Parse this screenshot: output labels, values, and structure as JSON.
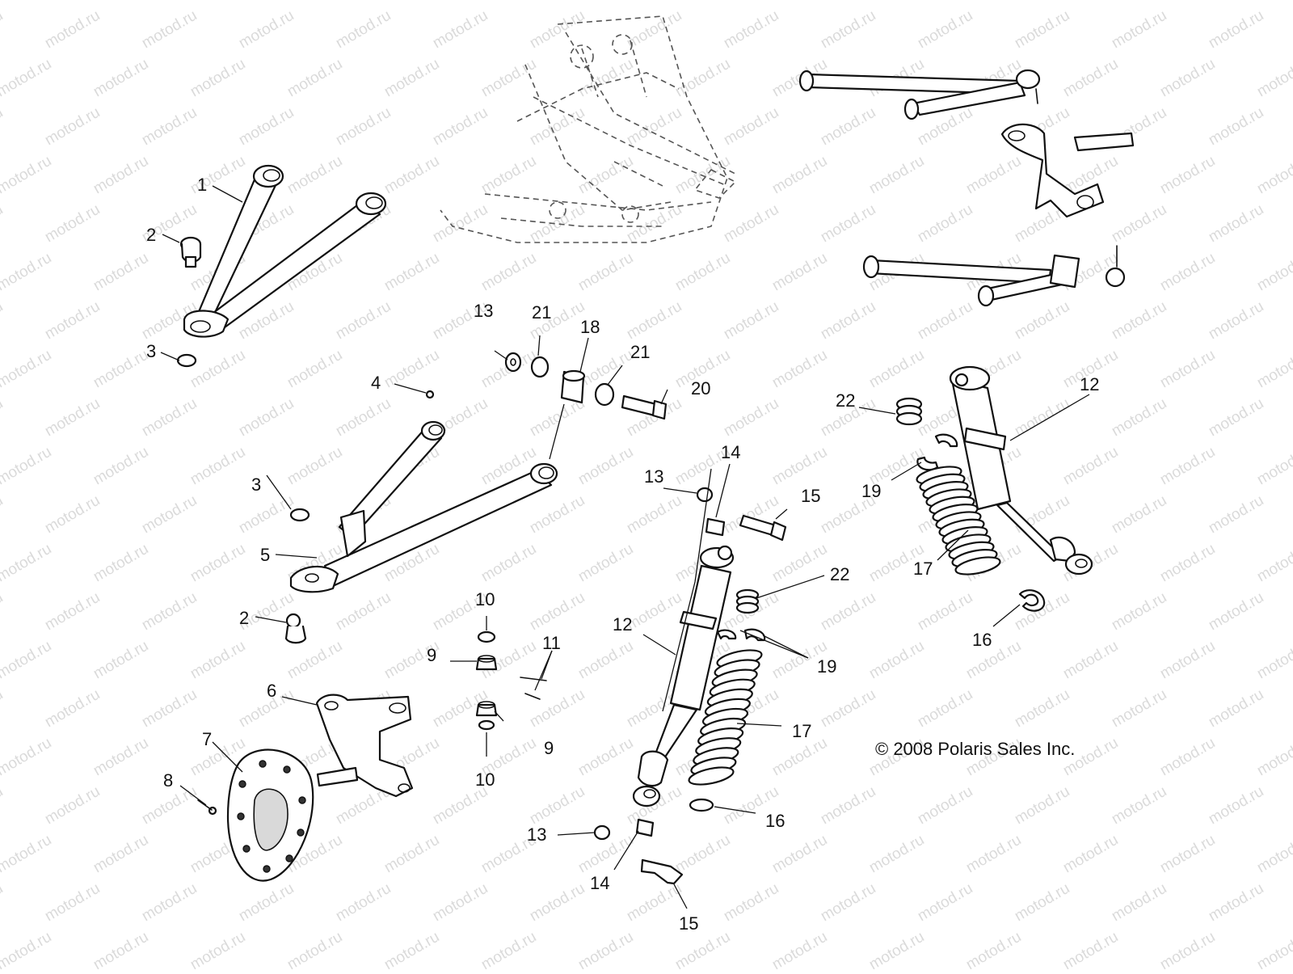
{
  "watermark": "motod.ru",
  "copyright": "© 2008 Polaris Sales Inc.",
  "callouts": {
    "c1": "1",
    "c2a": "2",
    "c2b": "2",
    "c3a": "3",
    "c3b": "3",
    "c4": "4",
    "c5": "5",
    "c6": "6",
    "c7": "7",
    "c8": "8",
    "c9a": "9",
    "c9b": "9",
    "c10a": "10",
    "c10b": "10",
    "c11": "11",
    "c12a": "12",
    "c12b": "12",
    "c13a": "13",
    "c13b": "13",
    "c13c": "13",
    "c14a": "14",
    "c14b": "14",
    "c15a": "15",
    "c15b": "15",
    "c16a": "16",
    "c16b": "16",
    "c17a": "17",
    "c17b": "17",
    "c18": "18",
    "c19a": "19",
    "c19b": "19",
    "c20": "20",
    "c21a": "21",
    "c21b": "21",
    "c22a": "22",
    "c22b": "22"
  }
}
